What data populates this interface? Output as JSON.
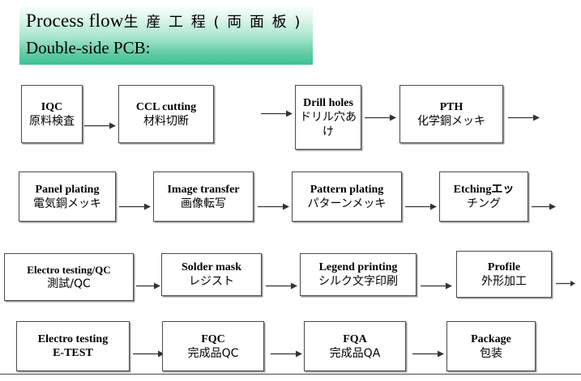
{
  "title": {
    "line1_en": "Process   flow",
    "line1_jp": "生 産 工 程 ( 両 面 板 )",
    "line2": "Double-side PCB:"
  },
  "flow": {
    "rows": [
      {
        "row_name": "row-1",
        "nodes": [
          {
            "en": "IQC",
            "jp": "原料検査"
          },
          {
            "en": "CCL cutting",
            "jp": "材料切断"
          },
          {
            "en": "Drill holes",
            "jp": "ドリル穴あけ"
          },
          {
            "en": "PTH",
            "jp": "化学銅メッキ"
          }
        ]
      },
      {
        "row_name": "row-2",
        "nodes": [
          {
            "en": "Panel plating",
            "jp": "電気銅メッキ"
          },
          {
            "en": "Image transfer",
            "jp": "画像転写"
          },
          {
            "en": "Pattern plating",
            "jp": "パターンメッキ"
          },
          {
            "en": "Etchingエッ",
            "jp": "チング"
          }
        ]
      },
      {
        "row_name": "row-3",
        "nodes": [
          {
            "en": "Electro testing/QC",
            "jp": "測試/QC"
          },
          {
            "en": "Solder mask",
            "jp": "レジスト"
          },
          {
            "en": "Legend printing",
            "jp": "シルク文字印刷"
          },
          {
            "en": "Profile",
            "jp": "外形加工"
          }
        ]
      },
      {
        "row_name": "row-4",
        "nodes": [
          {
            "en": "Electro testing",
            "jp": "E-TEST"
          },
          {
            "en": "FQC",
            "jp": "完成品QC"
          },
          {
            "en": "FQA",
            "jp": "完成品QA"
          },
          {
            "en": "Package",
            "jp": "包装"
          }
        ]
      }
    ]
  },
  "colors": {
    "banner_top": "#f7fffb",
    "banner_bottom": "#3ec195",
    "box_border": "#4a4a4a",
    "box_shadow": "#9a9a9a",
    "text": "#000000"
  }
}
